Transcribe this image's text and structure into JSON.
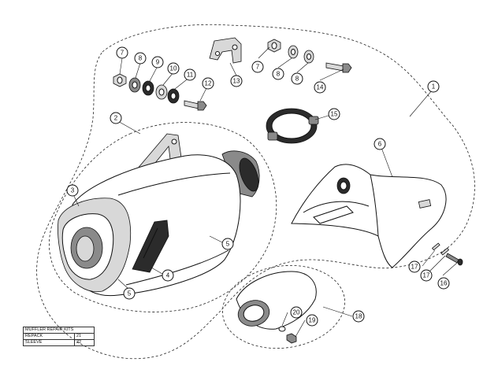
{
  "callouts": [
    {
      "id": "c1",
      "label": "1"
    },
    {
      "id": "c2",
      "label": "2"
    },
    {
      "id": "c3",
      "label": "3"
    },
    {
      "id": "c4",
      "label": "4"
    },
    {
      "id": "c5a",
      "label": "5"
    },
    {
      "id": "c5b",
      "label": "5"
    },
    {
      "id": "c6",
      "label": "6"
    },
    {
      "id": "c7a",
      "label": "7"
    },
    {
      "id": "c7b",
      "label": "7"
    },
    {
      "id": "c8a",
      "label": "8"
    },
    {
      "id": "c8b",
      "label": "8"
    },
    {
      "id": "c8c",
      "label": "8"
    },
    {
      "id": "c9",
      "label": "9"
    },
    {
      "id": "c10",
      "label": "10"
    },
    {
      "id": "c11",
      "label": "11"
    },
    {
      "id": "c12",
      "label": "12"
    },
    {
      "id": "c13",
      "label": "13"
    },
    {
      "id": "c14",
      "label": "14"
    },
    {
      "id": "c15",
      "label": "15"
    },
    {
      "id": "c16",
      "label": "16"
    },
    {
      "id": "c17a",
      "label": "17"
    },
    {
      "id": "c17b",
      "label": "17"
    },
    {
      "id": "c18",
      "label": "18"
    },
    {
      "id": "c19",
      "label": "19"
    },
    {
      "id": "c20",
      "label": "20"
    }
  ],
  "repair_kits": {
    "title": "MUFFLER REPAIR KITS",
    "rows": [
      {
        "name": "REPACK",
        "code": "21"
      },
      {
        "name": "SLEEVE",
        "code": "22"
      }
    ]
  }
}
